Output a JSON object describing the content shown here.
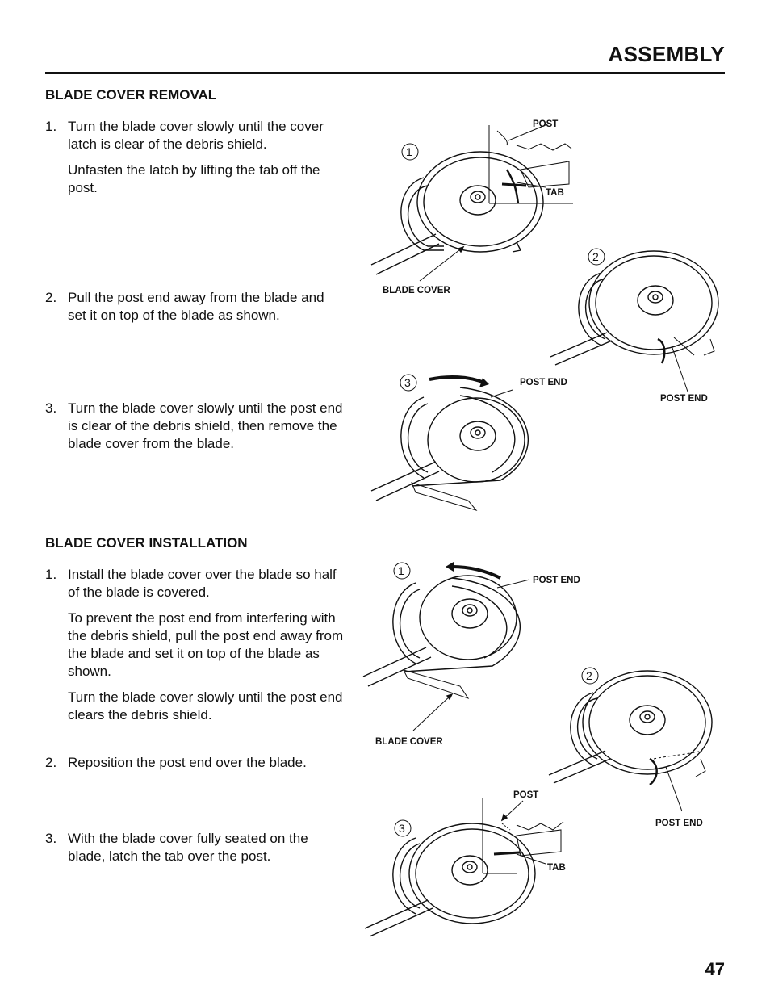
{
  "header": {
    "title": "ASSEMBLY"
  },
  "page_number": "47",
  "removal": {
    "title": "BLADE COVER REMOVAL",
    "steps": [
      {
        "num": "1.",
        "paragraphs": [
          "Turn the blade cover slowly until the cover latch is clear of the debris shield.",
          "Unfasten the latch by lifting the tab off the post."
        ]
      },
      {
        "num": "2.",
        "paragraphs": [
          "Pull the post end away from the blade and set it on top of the blade as shown."
        ]
      },
      {
        "num": "3.",
        "paragraphs": [
          "Turn the blade cover slowly until the post end is clear of the debris shield, then remove the blade cover from the blade."
        ]
      }
    ],
    "figure": {
      "callouts": [
        "1",
        "2",
        "3"
      ],
      "labels": {
        "post": "POST",
        "tab": "TAB",
        "blade_cover": "BLADE COVER",
        "post_end_a": "POST END",
        "post_end_b": "POST END"
      }
    }
  },
  "installation": {
    "title": "BLADE COVER INSTALLATION",
    "steps": [
      {
        "num": "1.",
        "paragraphs": [
          "Install the blade cover over the blade so half of the blade is covered.",
          "To prevent the post end from interfering with the debris shield, pull the post end away from the blade and set it on top of the blade as shown.",
          "Turn the blade cover slowly until the post end clears the debris shield."
        ]
      },
      {
        "num": "2.",
        "paragraphs": [
          "Reposition the post end over the blade."
        ]
      },
      {
        "num": "3.",
        "paragraphs": [
          "With the blade cover fully seated on the blade, latch the tab over the post."
        ]
      }
    ],
    "figure": {
      "callouts": [
        "1",
        "2",
        "3"
      ],
      "labels": {
        "post_end_a": "POST END",
        "blade_cover": "BLADE COVER",
        "post_end_b": "POST END",
        "post": "POST",
        "tab": "TAB"
      }
    }
  },
  "colors": {
    "text": "#111111",
    "background": "#ffffff"
  }
}
